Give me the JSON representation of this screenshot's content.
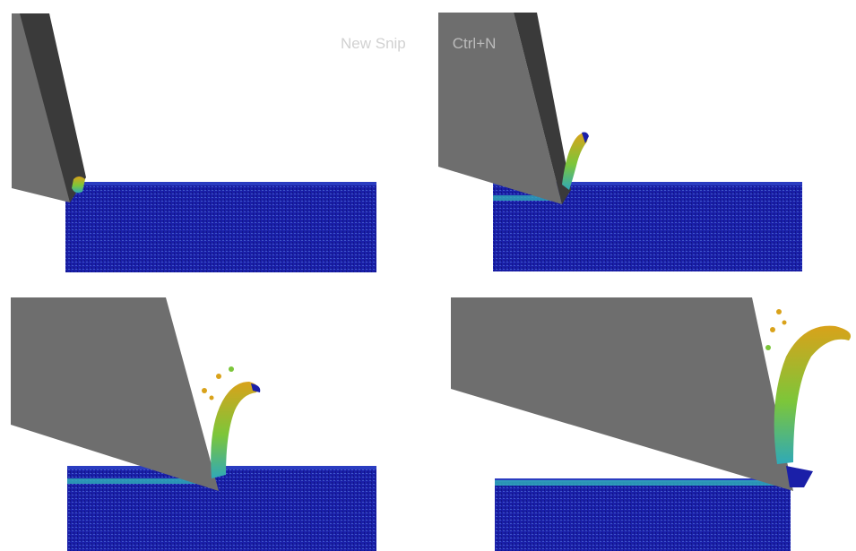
{
  "overlay": {
    "new_snip_label": "New Snip",
    "shortcut_label": "Ctrl+N"
  },
  "colors": {
    "workpiece": "#1a1fa8",
    "workpiece_grid": "#5a7fe0",
    "tool_face": "#707070",
    "tool_edge": "#3c3c3c",
    "chip_hot": "#d9a21a",
    "chip_warm": "#7cc63a",
    "chip_cool": "#2fa9b8"
  },
  "panels": [
    {
      "id": "stage-1",
      "tool_icon": "cutting-tool-icon",
      "chip_icon": "chip-icon"
    },
    {
      "id": "stage-2",
      "tool_icon": "cutting-tool-icon",
      "chip_icon": "chip-icon"
    },
    {
      "id": "stage-3",
      "tool_icon": "cutting-tool-icon",
      "chip_icon": "chip-icon"
    },
    {
      "id": "stage-4",
      "tool_icon": "cutting-tool-icon",
      "chip_icon": "chip-icon"
    }
  ]
}
